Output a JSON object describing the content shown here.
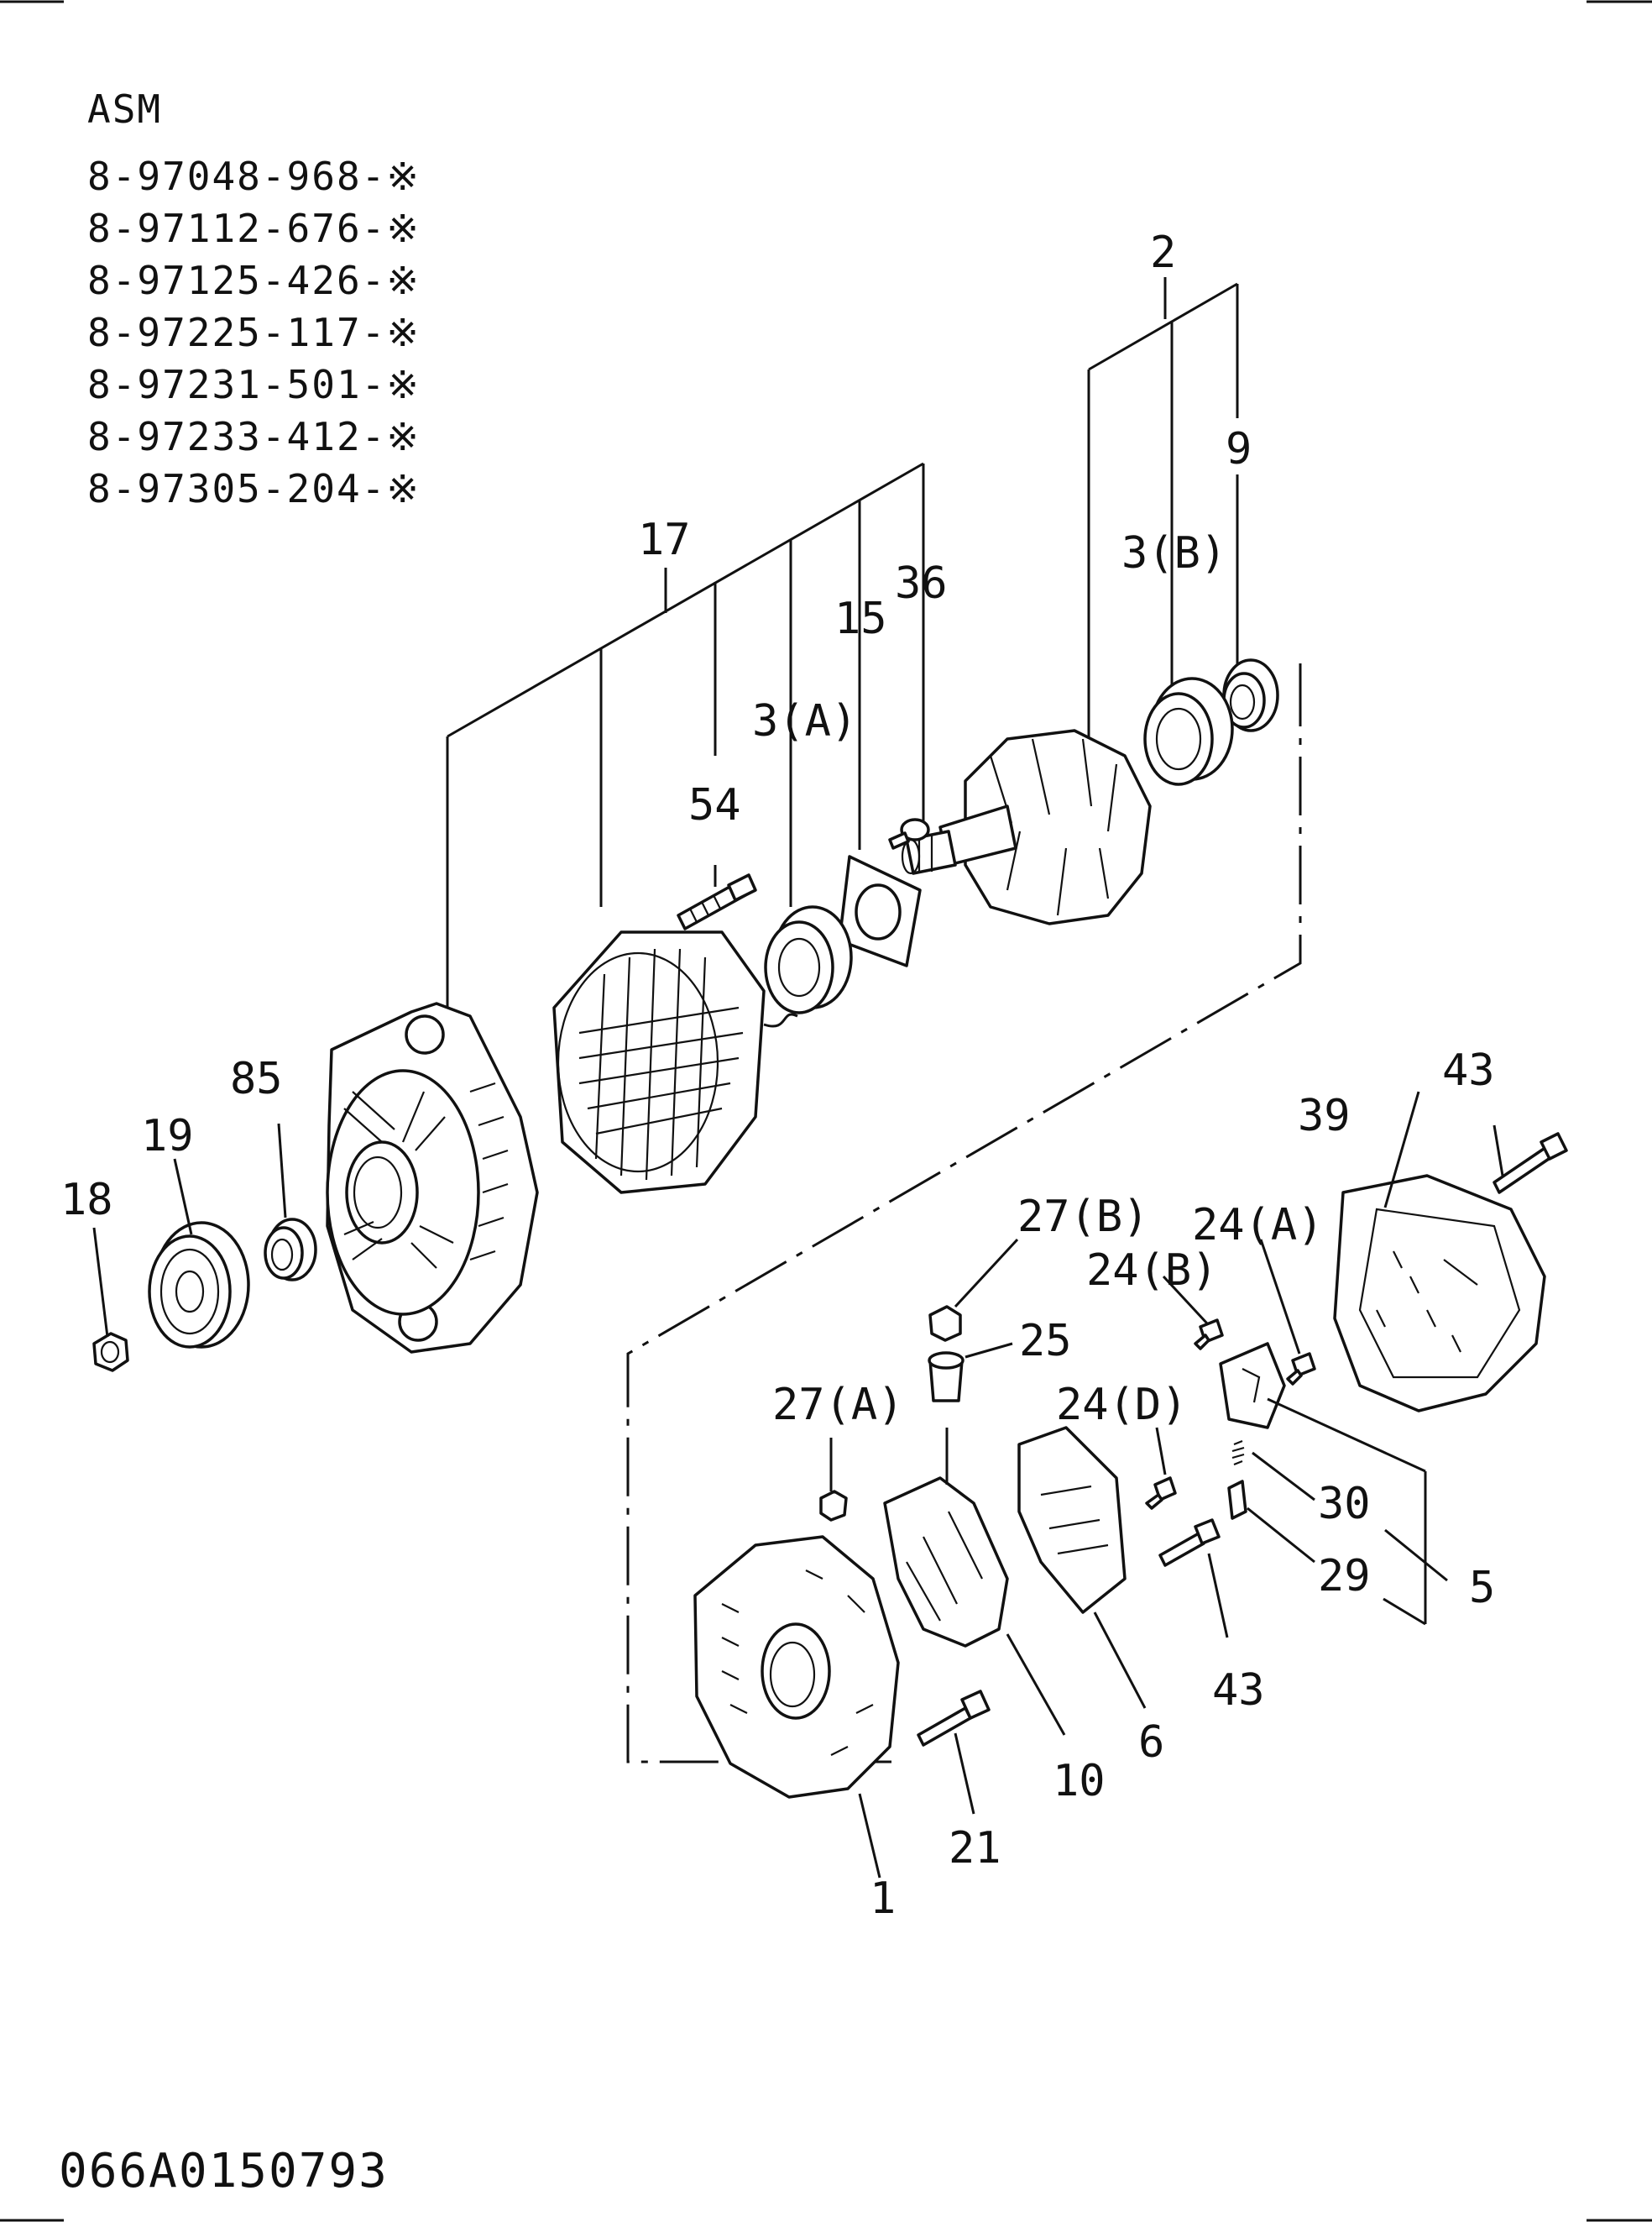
{
  "header": {
    "title": "ASM",
    "part_numbers": [
      "8-97048-968-※",
      "8-97112-676-※",
      "8-97125-426-※",
      "8-97225-117-※",
      "8-97231-501-※",
      "8-97233-412-※",
      "8-97305-204-※"
    ]
  },
  "callouts": {
    "c2": "2",
    "c9": "9",
    "c3b": "3(B)",
    "c17": "17",
    "c36": "36",
    "c15": "15",
    "c3a": "3(A)",
    "c54": "54",
    "c85": "85",
    "c19": "19",
    "c18": "18",
    "c43a": "43",
    "c39": "39",
    "c27b": "27(B)",
    "c24a": "24(A)",
    "c24b": "24(B)",
    "c25": "25",
    "c27a": "27(A)",
    "c24d": "24(D)",
    "c30": "30",
    "c29": "29",
    "c5": "5",
    "c43b": "43",
    "c6": "6",
    "c10": "10",
    "c21": "21",
    "c1": "1"
  },
  "footer": {
    "code": "066A0150793"
  },
  "icons": [
    "crop-mark-icon"
  ]
}
